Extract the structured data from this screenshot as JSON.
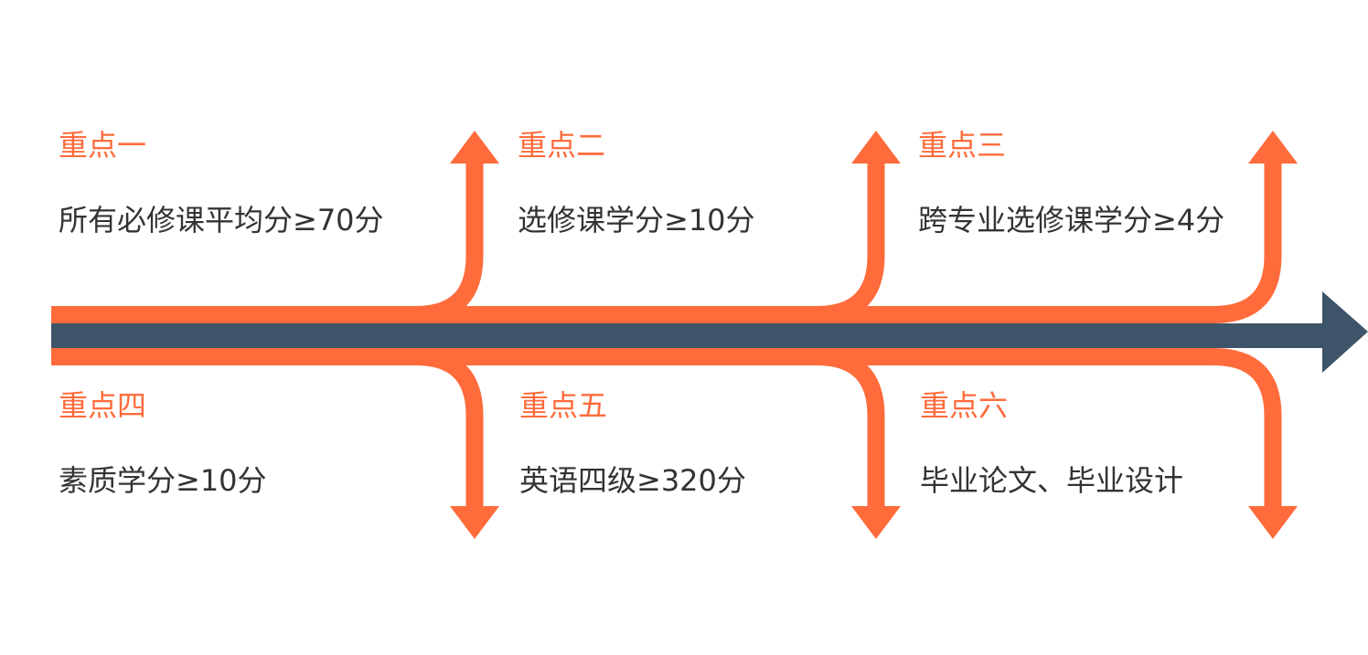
{
  "colors": {
    "accent": "#FF6B3B",
    "axis": "#3E5469",
    "text": "#333333",
    "background": "#FFFFFF"
  },
  "points": [
    {
      "title": "重点一",
      "text": "所有必修课平均分≥70分",
      "branch": "up"
    },
    {
      "title": "重点二",
      "text": "选修课学分≥10分",
      "branch": "up"
    },
    {
      "title": "重点三",
      "text": "跨专业选修课学分≥4分",
      "branch": "up"
    },
    {
      "title": "重点四",
      "text": "素质学分≥10分",
      "branch": "down"
    },
    {
      "title": "重点五",
      "text": "英语四级≥320分",
      "branch": "down"
    },
    {
      "title": "重点六",
      "text": "毕业论文、毕业设计",
      "branch": "down"
    }
  ]
}
